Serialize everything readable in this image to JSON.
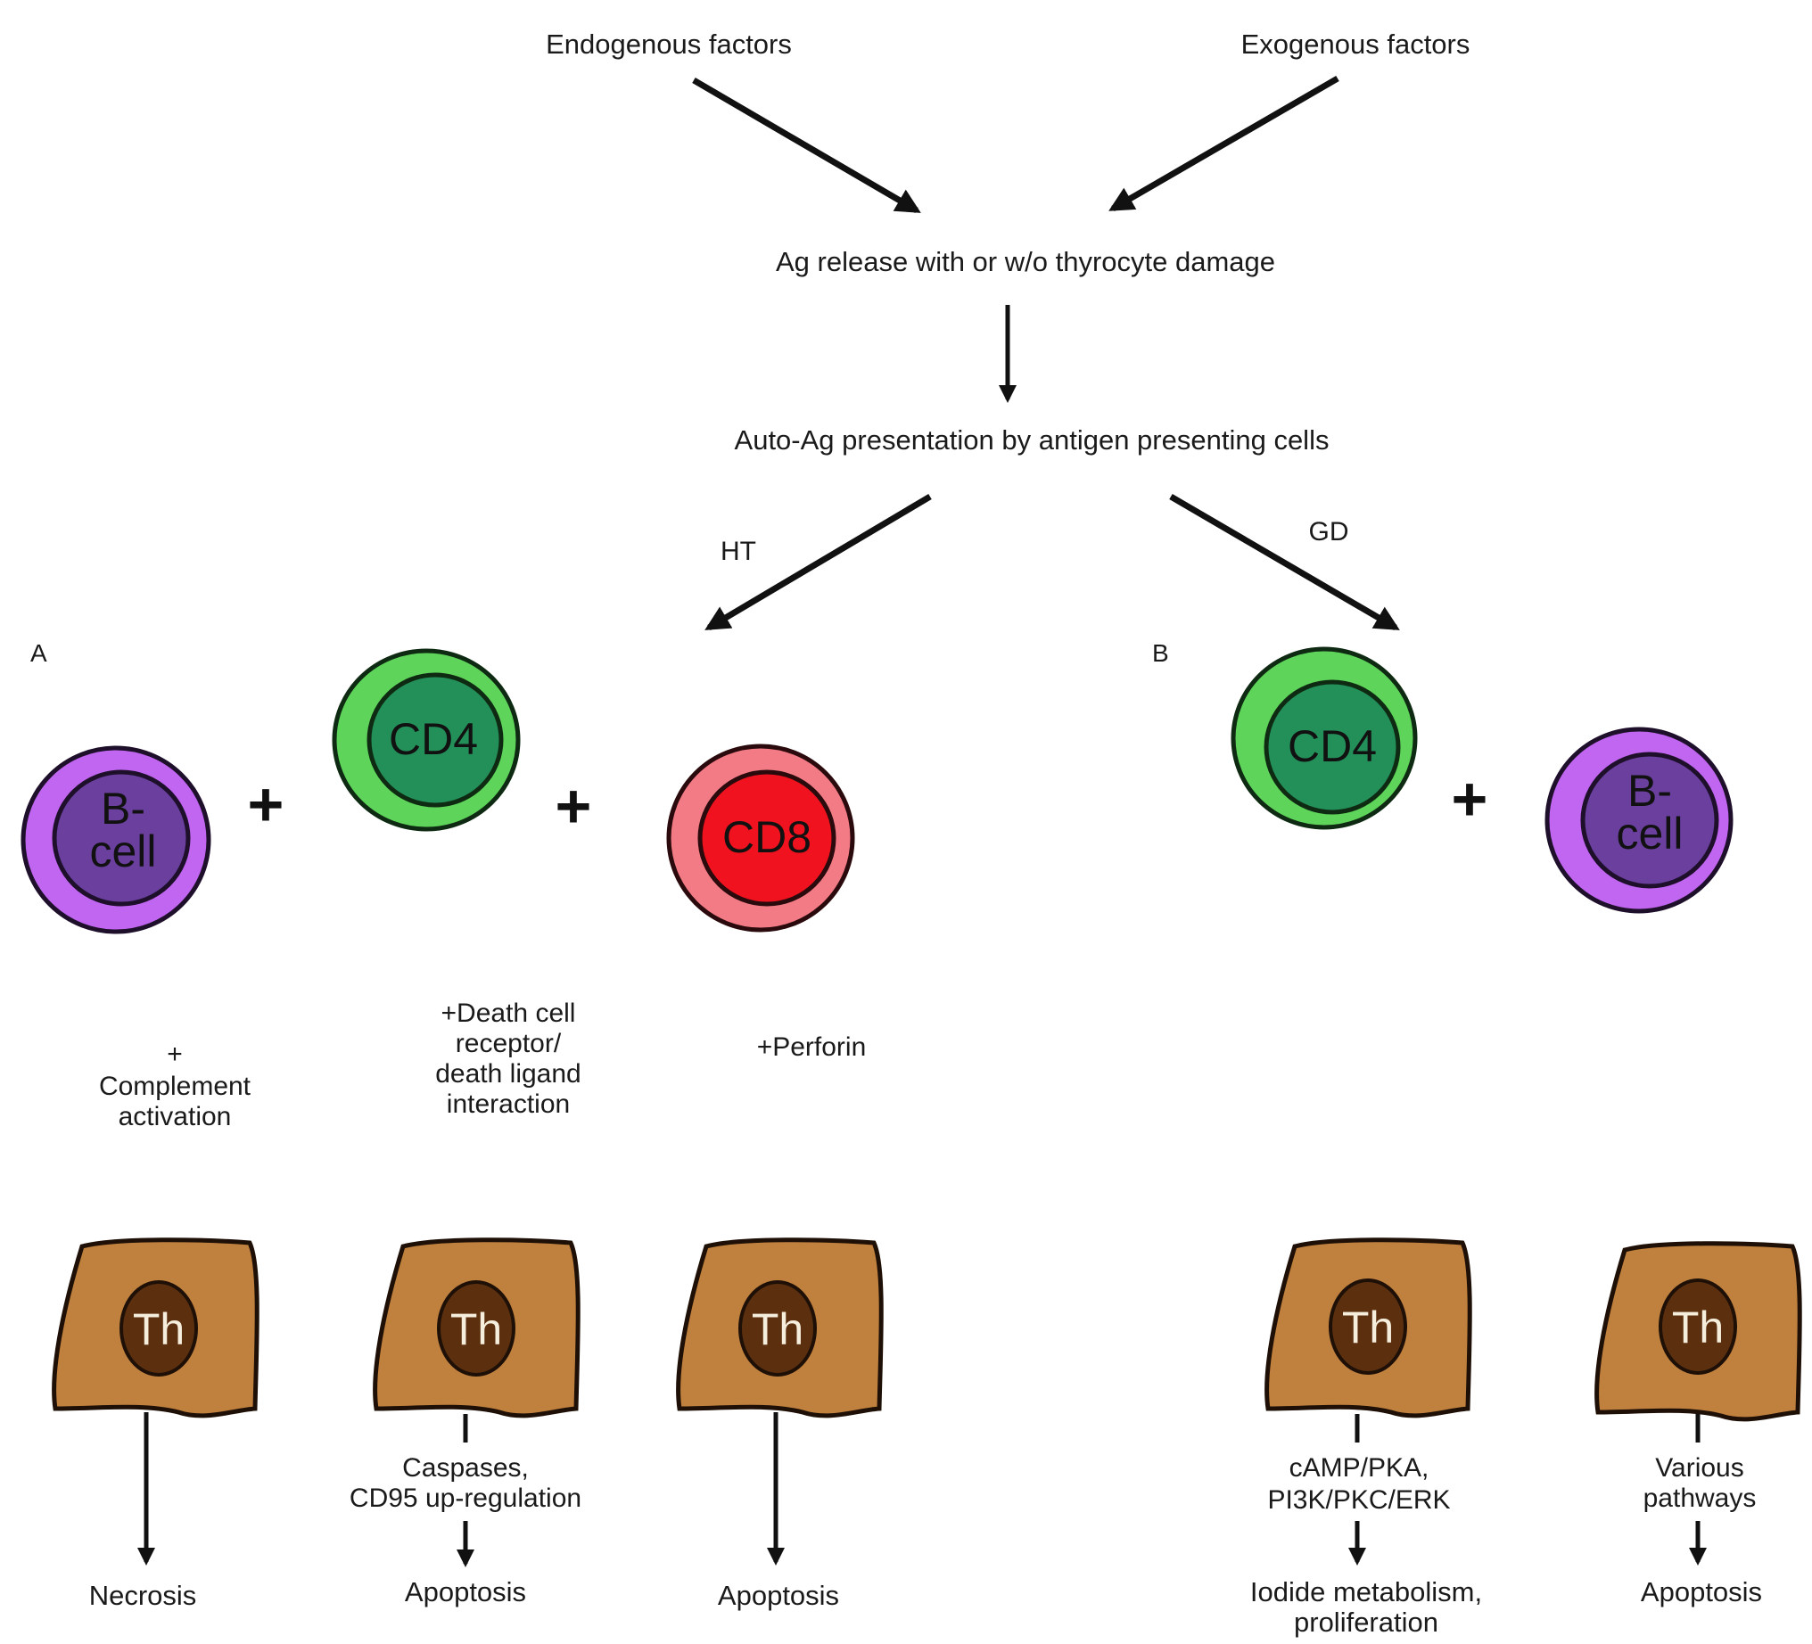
{
  "top": {
    "endogenous": "Endogenous factors",
    "exogenous": "Exogenous factors",
    "ag_release": "Ag release with or w/o thyrocyte damage",
    "auto_ag": "Auto-Ag presentation by antigen presenting cells",
    "branch_ht": "HT",
    "branch_gd": "GD"
  },
  "panel_a": {
    "label": "A",
    "cells": {
      "bcell_line1": "B-",
      "bcell_line2": "cell",
      "cd4": "CD4",
      "cd8": "CD8"
    },
    "plus": "+",
    "mechanisms": {
      "bcell": [
        "+",
        "Complement",
        "activation"
      ],
      "cd4": [
        "+Death cell",
        "receptor/",
        "death ligand",
        "interaction"
      ],
      "cd8": [
        "+Perforin"
      ]
    },
    "thyrocyte_label": "Th",
    "pathways": {
      "col1_intermediate": [],
      "col2_intermediate": [
        "Caspases,",
        "CD95 up-regulation"
      ],
      "col3_intermediate": []
    },
    "outcomes": [
      "Necrosis",
      "Apoptosis",
      "Apoptosis"
    ]
  },
  "panel_b": {
    "label": "B",
    "cells": {
      "cd4": "CD4",
      "bcell_line1": "B-",
      "bcell_line2": "cell"
    },
    "plus": "+",
    "thyrocyte_label": "Th",
    "pathways": {
      "col1_intermediate": [
        "cAMP/PKA,",
        "PI3K/PKC/ERK"
      ],
      "col2_intermediate": [
        "Various",
        "pathways"
      ]
    },
    "outcomes": [
      [
        "Iodide metabolism,",
        "proliferation"
      ],
      [
        "Apoptosis"
      ]
    ]
  },
  "colors": {
    "bcell_outer": "#c066f0",
    "bcell_inner": "#6a3f9e",
    "cd4_outer": "#5ed55a",
    "cd4_inner": "#23905a",
    "cd8_outer": "#f27b86",
    "cd8_inner": "#f0121e",
    "thyrocyte": "#c0803e",
    "thyrocyte_nucleus": "#5c300f",
    "antibody": "#b483e3"
  }
}
